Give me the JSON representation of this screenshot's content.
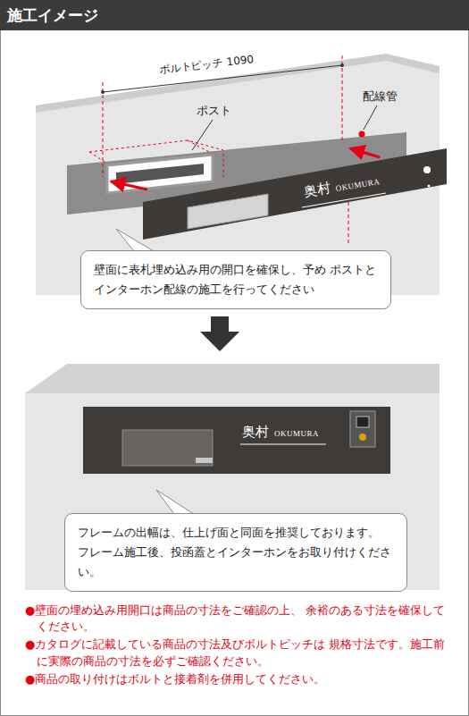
{
  "diagram": {
    "title": "施工イメージ",
    "nodes": [
      {
        "text": [
          "施工イメージ"
        ]
      },
      {
        "text": [
          "奥村",
          "OKUMURA"
        ]
      },
      {
        "text": [
          "壁面に表札埋め込み用の開口を確保し、予め ポストとインターホン配線の施工を行ってください"
        ]
      },
      {
        "text": [
          "奥村",
          "OKUMURA"
        ]
      },
      {
        "text": [
          "フレームの出幅は、仕上げ面と同面を推奨しております。 フレーム施工後、投函蓋とインターホンをお取り付けください。"
        ]
      }
    ],
    "labels": [
      "ボルトピッチ 1090",
      "ポスト",
      "配線管",
      "●壁面の埋め込み用開口は商品の寸法をご確認の上、 余裕のある寸法を確保してください。",
      "●カタログに記載している商品の寸法及びボルトピッチは 規格寸法です。施工前に実際の商品の寸法を必ずご確認ください。",
      "●商品の取り付けはボルトと接着剤を併用してください。"
    ]
  }
}
